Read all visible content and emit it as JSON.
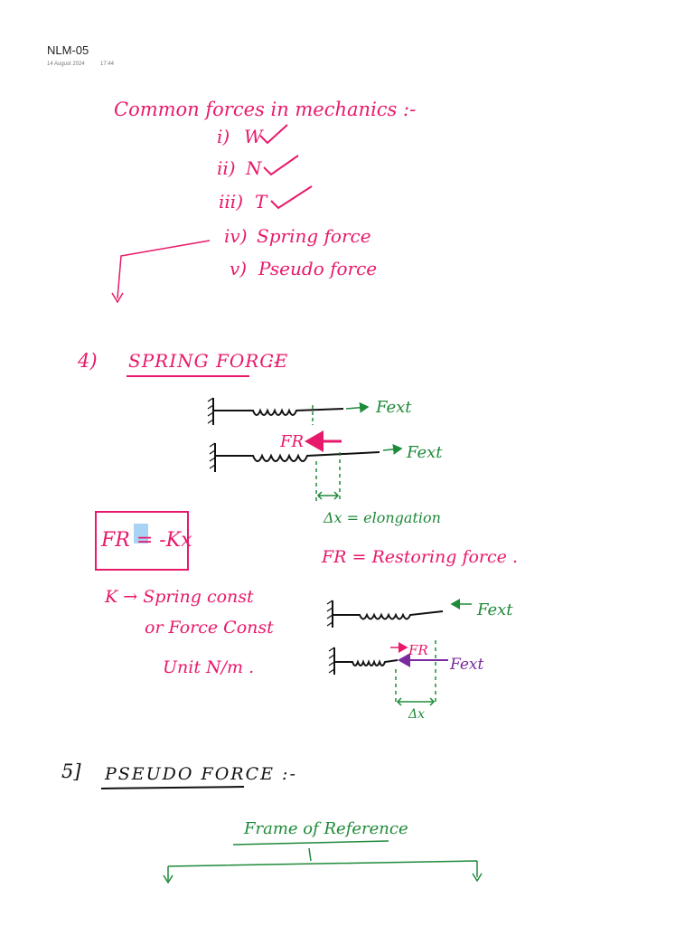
{
  "header": {
    "title": "NLM-05",
    "date": "14 August 2024",
    "time": "17:44"
  },
  "colors": {
    "ink_pink": "#e8196b",
    "ink_green": "#1f8a3a",
    "ink_black": "#111111",
    "ink_purple": "#7a2a9e",
    "highlight": "#a9d3f5"
  },
  "forces_list": {
    "heading": "Common forces in mechanics :-",
    "items": [
      {
        "num": "i)",
        "label": "W"
      },
      {
        "num": "ii)",
        "label": "N"
      },
      {
        "num": "iii)",
        "label": "T"
      },
      {
        "num": "iv)",
        "label": "Spring force"
      },
      {
        "num": "v)",
        "label": "Pseudo force"
      }
    ]
  },
  "spring_section": {
    "number": "4)",
    "heading": "SPRING FORCE",
    "heading_suffix": ":-",
    "f_ext": "Fext",
    "f_r": "FR",
    "delta_x": "Δx",
    "elongation_note": "Δx = elongation",
    "restoring_note": "FR = Restoring force .",
    "formula": "FR = -Kx",
    "k_lines": [
      "K → Spring const",
      "or Force Const",
      "Unit N/m ."
    ]
  },
  "pseudo_section": {
    "number": "5]",
    "heading": "PSEUDO FORCE :-",
    "frame_label": "Frame of Reference"
  }
}
